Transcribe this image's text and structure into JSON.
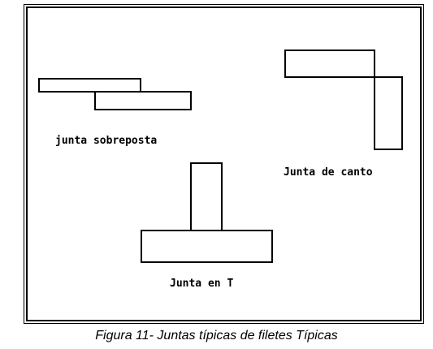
{
  "labels": {
    "lap_joint": "junta sobreposta",
    "corner_joint": "Junta de canto",
    "t_joint": "Junta en T"
  },
  "caption": "Figura 11- Juntas típicas de filetes Típicas",
  "colors": {
    "stroke": "#000000",
    "background": "#ffffff"
  }
}
